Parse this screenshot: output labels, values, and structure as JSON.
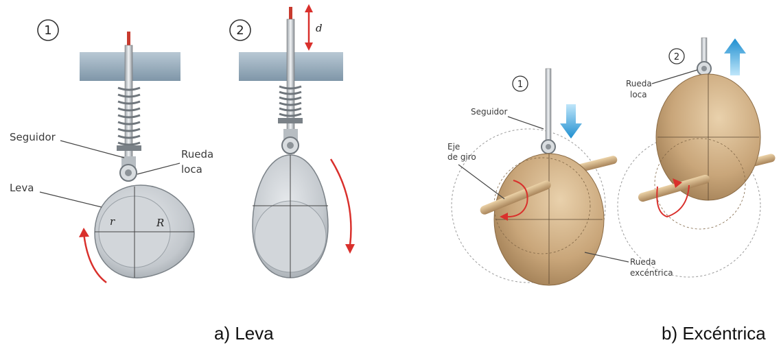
{
  "colors": {
    "plate": "#9fb3c3",
    "cam": "#c9ced3",
    "cam_dark": "#8e959b",
    "arrow_red": "#d9302c",
    "arrow_blue": "#2a9ad6",
    "disc": "#c9a77c",
    "disc_dark": "#9c7b52",
    "axle": "#d3b386"
  },
  "panel_a": {
    "step1": "1",
    "step2": "2",
    "seguidor": "Seguidor",
    "rueda_line1": "Rueda",
    "rueda_line2": "loca",
    "leva": "Leva",
    "r": "r",
    "R": "R",
    "d": "d",
    "caption": "a) Leva"
  },
  "panel_b": {
    "step1": "1",
    "step2": "2",
    "seguidor": "Seguidor",
    "eje_line1": "Eje",
    "eje_line2": "de giro",
    "rueda_loca_line1": "Rueda",
    "rueda_loca_line2": "loca",
    "excentrica_line1": "Rueda",
    "excentrica_line2": "excéntrica",
    "caption": "b) Excéntrica"
  }
}
